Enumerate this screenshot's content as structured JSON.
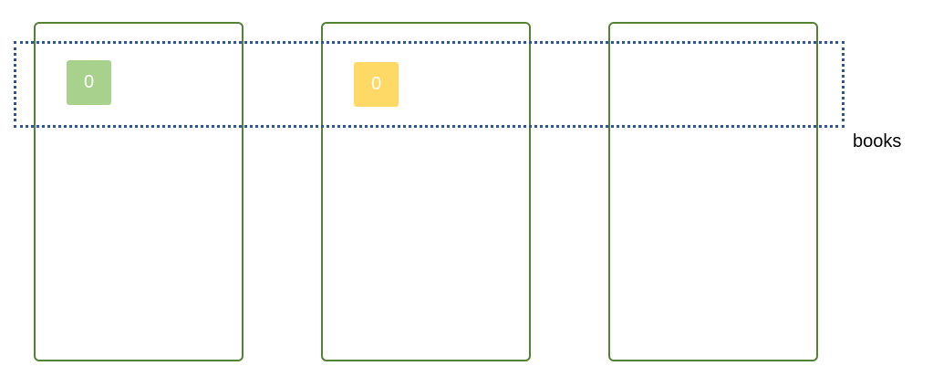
{
  "diagram": {
    "columns": [
      {
        "id": "column-1"
      },
      {
        "id": "column-2"
      },
      {
        "id": "column-3"
      }
    ],
    "items": [
      {
        "label": "0",
        "color": "#A9D18E"
      },
      {
        "label": "0",
        "color": "#FFD966"
      }
    ],
    "group": {
      "label": "books",
      "border_color": "#2F5597",
      "border_style": "dotted"
    },
    "colors": {
      "column_border": "#548235"
    }
  }
}
